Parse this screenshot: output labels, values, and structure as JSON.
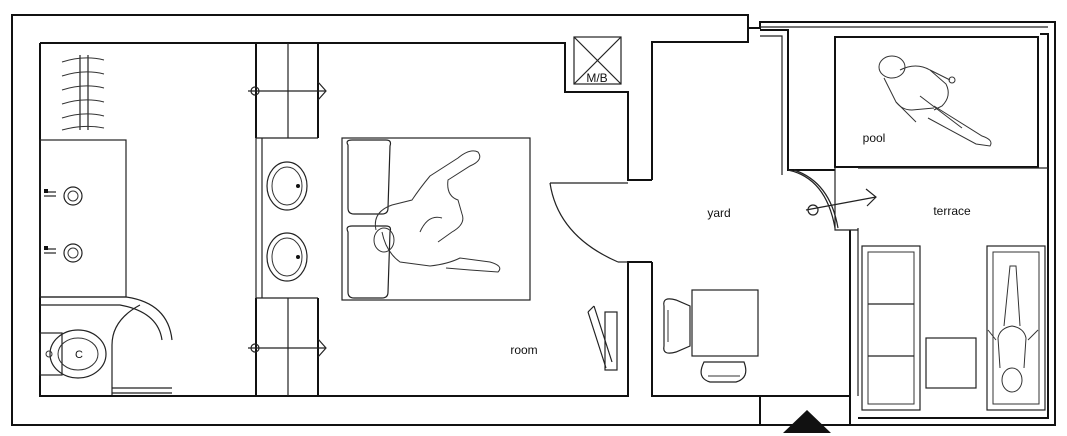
{
  "rooms": {
    "room": "room",
    "yard": "yard",
    "terrace": "terrace",
    "pool": "pool"
  },
  "fixtures": {
    "meter_box": "M/B",
    "toilet_mark": "C"
  },
  "colors": {
    "line": "#111111",
    "background": "#ffffff"
  }
}
